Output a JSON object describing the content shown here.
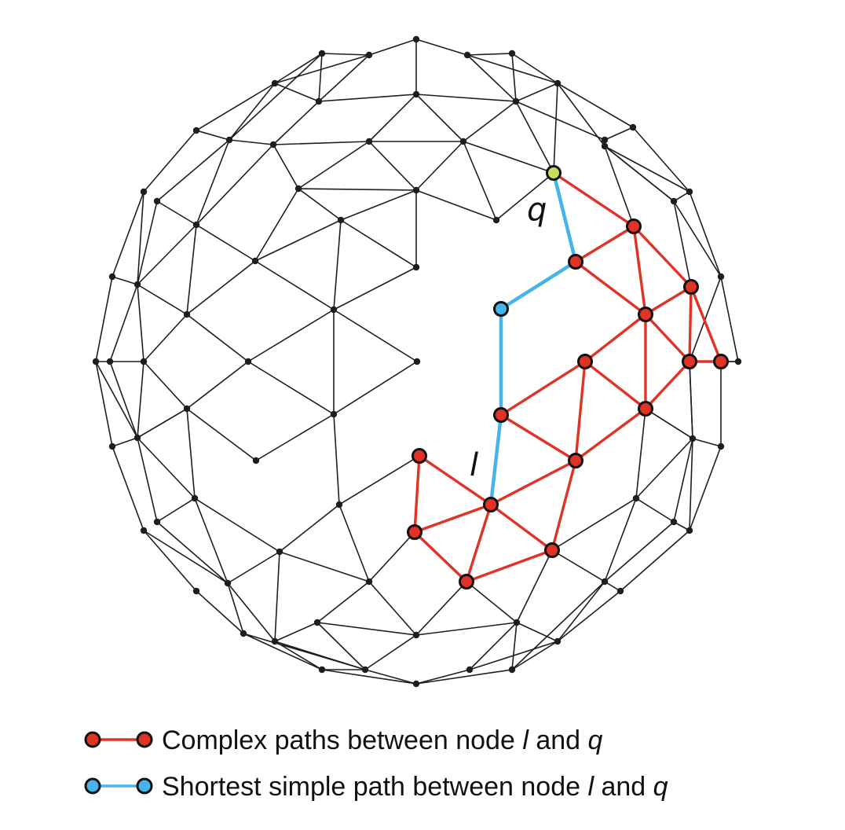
{
  "node_labels": {
    "q": "q",
    "l": "l"
  },
  "legend": [
    {
      "type": "complex",
      "text_before": "Complex paths between node ",
      "node_a": "l",
      "text_mid": " and ",
      "node_b": "q"
    },
    {
      "type": "shortest",
      "text_before": "Shortest simple path between node ",
      "node_a": "l",
      "text_mid": " and ",
      "node_b": "q"
    }
  ],
  "colors": {
    "complex_path": "#e03326",
    "shortest_path": "#46b4ea",
    "node_q": "#c3e05c",
    "node_l": "#46b4ea",
    "mesh": "#1e1e1e"
  }
}
